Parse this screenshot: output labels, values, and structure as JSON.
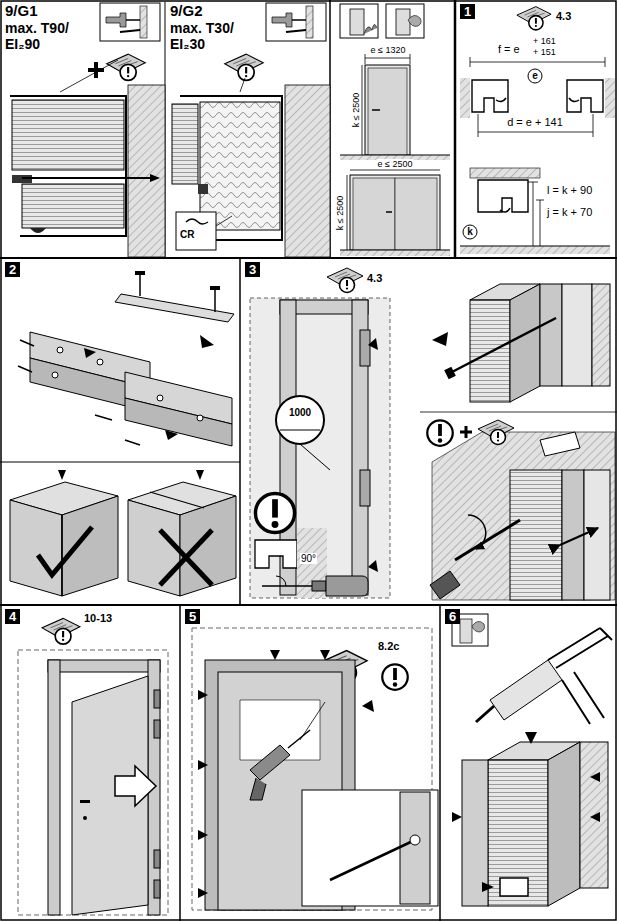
{
  "diagram": {
    "nodes": [
      {
        "text": [
          "1"
        ]
      },
      {
        "text": [
          "2"
        ]
      },
      {
        "text": [
          "3"
        ]
      },
      {
        "text": [
          "4"
        ]
      },
      {
        "text": [
          "5"
        ]
      },
      {
        "text": [
          "6"
        ]
      }
    ],
    "labels": [
      "9/G1",
      "max. T90/ EI₂90",
      "9/G2",
      "max. T30/ EI₂30",
      "CR",
      "e ≤ 1320",
      "k ≤ 2500",
      "e ≤ 2500",
      "k ≤ 2500",
      "4.3",
      "f = e",
      "+ 161",
      "+ 151",
      "e",
      "d = e + 141",
      "k",
      "l = k + 90",
      "j = k + 70",
      "4.3",
      "1000",
      "90°",
      "10-13",
      "8.2c"
    ]
  }
}
